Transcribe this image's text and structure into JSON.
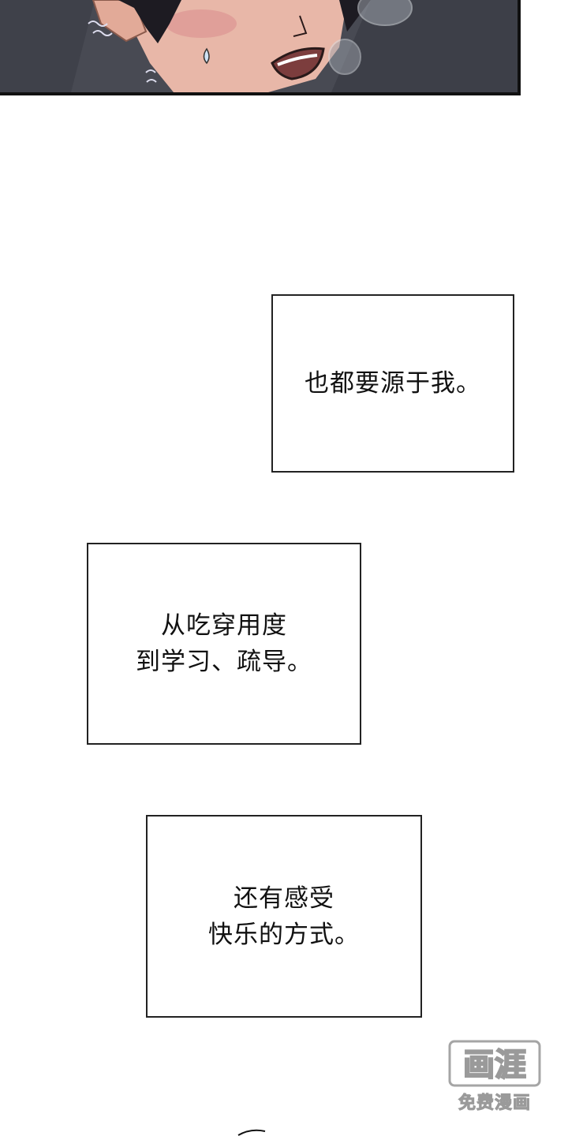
{
  "captions": [
    {
      "text": "也都要源于我。"
    },
    {
      "text": "从吃穿用度\n到学习、疏导。"
    },
    {
      "text": "还有感受\n快乐的方式。"
    }
  ],
  "watermark": {
    "logo_text": "画涯",
    "subtitle": "免费漫画"
  },
  "colors": {
    "skin": "#e8b7a8",
    "hair": "#1d1b22",
    "shirt": "#454852",
    "border": "#111111"
  }
}
